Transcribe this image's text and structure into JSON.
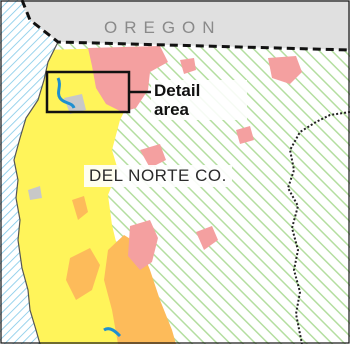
{
  "map": {
    "state_label": "OREGON",
    "county_label": "DEL NORTE CO.",
    "detail_label_line1": "Detail",
    "detail_label_line2": "area"
  },
  "colors": {
    "ocean_hatch": "#7ec8e8",
    "forest_hatch": "#b4dea0",
    "oregon_fill": "#e0e0e0",
    "yellow_zone": "#fff45a",
    "orange_zone": "#fdbb5a",
    "pink_zone": "#f4a0a0",
    "river": "#1e90d0",
    "gray_patch": "#c8c8c8",
    "border": "#111111"
  }
}
